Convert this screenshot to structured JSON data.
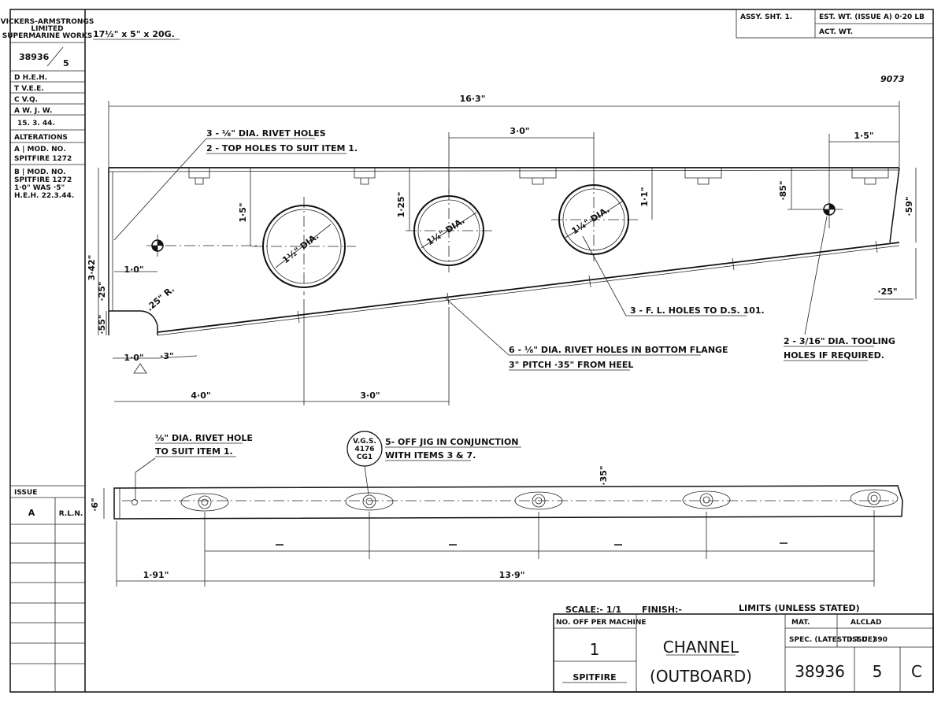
{
  "left_panel": {
    "company": [
      "VICKERS-ARMSTRONGS",
      "LIMITED",
      "SUPERMARINE WORKS"
    ],
    "drawing_no": "38936",
    "sheet_no": "5",
    "signoffs": [
      "D  H.E.H.",
      "T  V.E.E.",
      "C  V.Q.",
      "A   W. J. W."
    ],
    "date": "15. 3. 44.",
    "alterations_label": "ALTERATIONS",
    "alteration_a": [
      "A | MOD. NO.",
      "SPITFIRE 1272"
    ],
    "alteration_b": [
      "B | MOD. NO.",
      "SPITFIRE 1272",
      "1·0\" WAS ·5\"",
      "H.E.H. 22.3.44."
    ],
    "issue_label": "ISSUE",
    "issue_letter": "A",
    "issue_initials": "R.L.N."
  },
  "top": {
    "material_size": "17½\" x 5\" x 20G.",
    "assy": "ASSY.  SHT. 1.",
    "est_wt": "EST. WT. (ISSUE A) 0·20 LB",
    "act_wt": "ACT. WT.",
    "ref_number": "9073"
  },
  "dimensions": {
    "overall": "16·3\"",
    "pitch": "3·0\"",
    "right_end": "1·5\"",
    "left_hole_x": "1·0\"",
    "hole1_depth": "1·5\"",
    "hole2_depth": "1·25\"",
    "hole3_depth": "1·1\"",
    "tooling_depth": "·85\"",
    "right_height": "·59\"",
    "left_height": "3·42\"",
    "corner_radius": ".25\" R.",
    "left_25": "·25\"",
    "left_55": "·55\"",
    "bottom_10": "1·0\"",
    "bottom_3": "·3\"",
    "right_25": "·25\"",
    "bottom_40": "4·0\"",
    "bottom_30": "3·0\"",
    "strip_height": "·6\"",
    "strip_left": "1·91\"",
    "strip_total": "13·9\"",
    "strip_small": "·35\""
  },
  "holes": {
    "hole1": "1½\" DIA.",
    "hole2": "1¼\" DIA.",
    "hole3": "1¼\" DIA."
  },
  "notes": {
    "rivet_holes": [
      "3 - ⅛\" DIA. RIVET HOLES",
      "2 - TOP HOLES TO SUIT ITEM 1."
    ],
    "fl_holes": "3 - F. L. HOLES TO D.S. 101.",
    "bottom_flange": [
      "6 - ⅛\" DIA. RIVET HOLES IN BOTTOM FLANGE",
      "3\" PITCH  ·35\" FROM HEEL"
    ],
    "tooling": [
      "2 - 3/16\" DIA. TOOLING",
      "HOLES IF REQUIRED."
    ],
    "rivet_hole_item": [
      "⅛\" DIA. RIVET HOLE",
      "TO SUIT ITEM 1."
    ],
    "vgs_stamp": [
      "V.G.S.",
      "4176",
      "CG1"
    ],
    "jig": [
      "5- OFF  JIG IN CONJUNCTION",
      "WITH ITEMS 3 & 7."
    ]
  },
  "title_block": {
    "scale": "SCALE:- 1/1",
    "finish": "FINISH:-",
    "limits": "LIMITS (UNLESS STATED)",
    "no_off_label": "NO. OFF PER MACHINE",
    "no_off_value": "1",
    "machine": "SPITFIRE",
    "name_line1": "CHANNEL",
    "name_line2": "(OUTBOARD)",
    "mat_label": "MAT.",
    "mat_value": "ALCLAD",
    "spec_label": "SPEC. (LATEST ISSUE)",
    "spec_value": "D.T.D. 390",
    "drawing_number": "38936",
    "sheet": "5",
    "issue": "C"
  },
  "colors": {
    "ink": "#111111",
    "paper": "#ffffff"
  }
}
